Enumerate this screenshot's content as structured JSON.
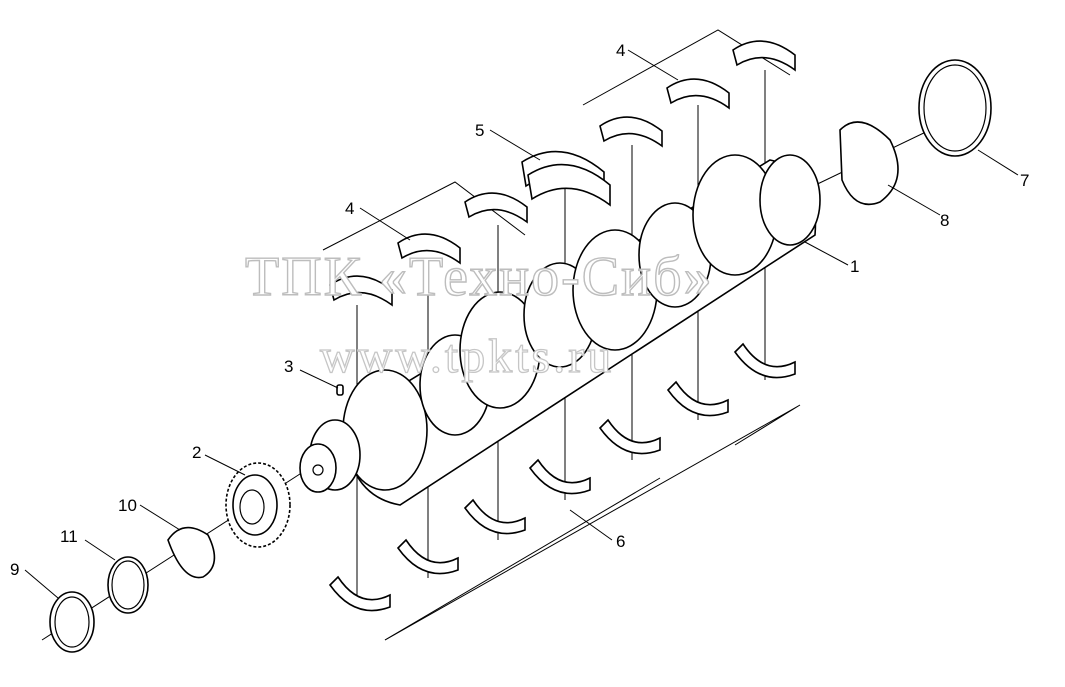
{
  "watermark": {
    "line1": "ТПК «Техно-Сиб»",
    "line2": "www.tpkts.ru"
  },
  "callouts": [
    {
      "id": "1",
      "label": "1"
    },
    {
      "id": "2",
      "label": "2"
    },
    {
      "id": "3",
      "label": "3"
    },
    {
      "id": "4a",
      "label": "4"
    },
    {
      "id": "4b",
      "label": "4"
    },
    {
      "id": "5",
      "label": "5"
    },
    {
      "id": "6",
      "label": "6"
    },
    {
      "id": "7",
      "label": "7"
    },
    {
      "id": "8",
      "label": "8"
    },
    {
      "id": "9",
      "label": "9"
    },
    {
      "id": "10",
      "label": "10"
    },
    {
      "id": "11",
      "label": "11"
    }
  ]
}
